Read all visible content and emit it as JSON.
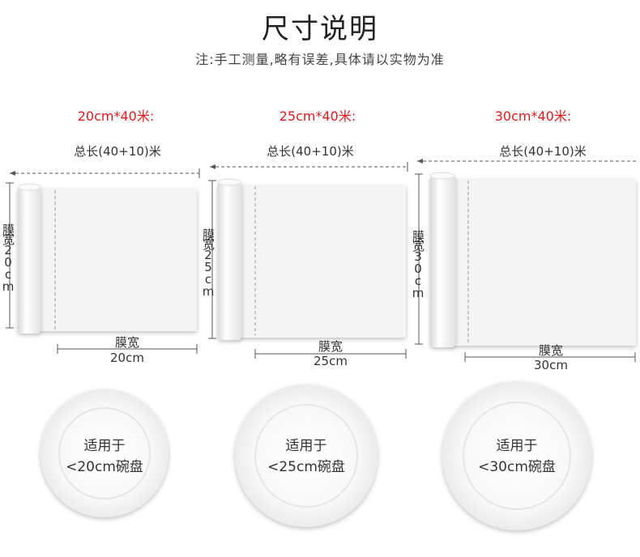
{
  "header": {
    "title": "尺寸说明",
    "note": "注:手工测量,略有误差,具体请以实物为准"
  },
  "products": [
    {
      "spec": "20cm*40米:",
      "length_label": "总长(40+10)米",
      "width_side_label": "膜宽20cm",
      "width_bottom_top": "膜宽",
      "width_bottom_value": "20cm",
      "plate_line1": "适用于",
      "plate_line2": "<20cm碗盘"
    },
    {
      "spec": "25cm*40米:",
      "length_label": "总长(40+10)米",
      "width_side_label": "膜宽25cm",
      "width_bottom_top": "膜宽",
      "width_bottom_value": "25cm",
      "plate_line1": "适用于",
      "plate_line2": "<25cm碗盘"
    },
    {
      "spec": "30cm*40米:",
      "length_label": "总长(40+10)米",
      "width_side_label": "膜宽30cm",
      "width_bottom_top": "膜宽",
      "width_bottom_value": "30cm",
      "plate_line1": "适用于",
      "plate_line2": "<30cm碗盘"
    }
  ],
  "colors": {
    "accent": "#e11b1b",
    "line": "#555555",
    "film": "#f4f4f4"
  }
}
